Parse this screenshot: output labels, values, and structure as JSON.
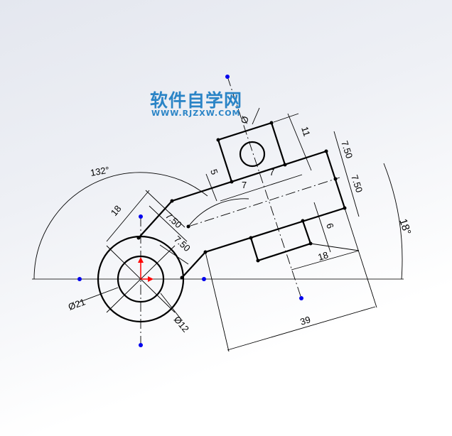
{
  "watermark": {
    "title": "软件自学网",
    "url": "WWW.RJZXW.COM"
  },
  "dimensions": {
    "angle_132": "132°",
    "angle_18": "18°",
    "len_18_left": "18",
    "len_7_50_a": "7.50",
    "len_7_50_b": "7.50",
    "len_7_50_c": "7.50",
    "len_7_50_d": "7.50",
    "len_5": "5",
    "len_7_a": "7",
    "len_7_b": "7",
    "len_11": "11",
    "dia_hole": "Ø",
    "len_6": "6",
    "len_18_right": "18",
    "len_39": "39",
    "dia_21": "Ø21",
    "dia_12": "Ø12"
  },
  "colors": {
    "geometry": "#000000",
    "points": "#0000ee",
    "origin_x": "#ff0000",
    "origin_y": "#ff0000",
    "watermark": "#2a84c6"
  }
}
